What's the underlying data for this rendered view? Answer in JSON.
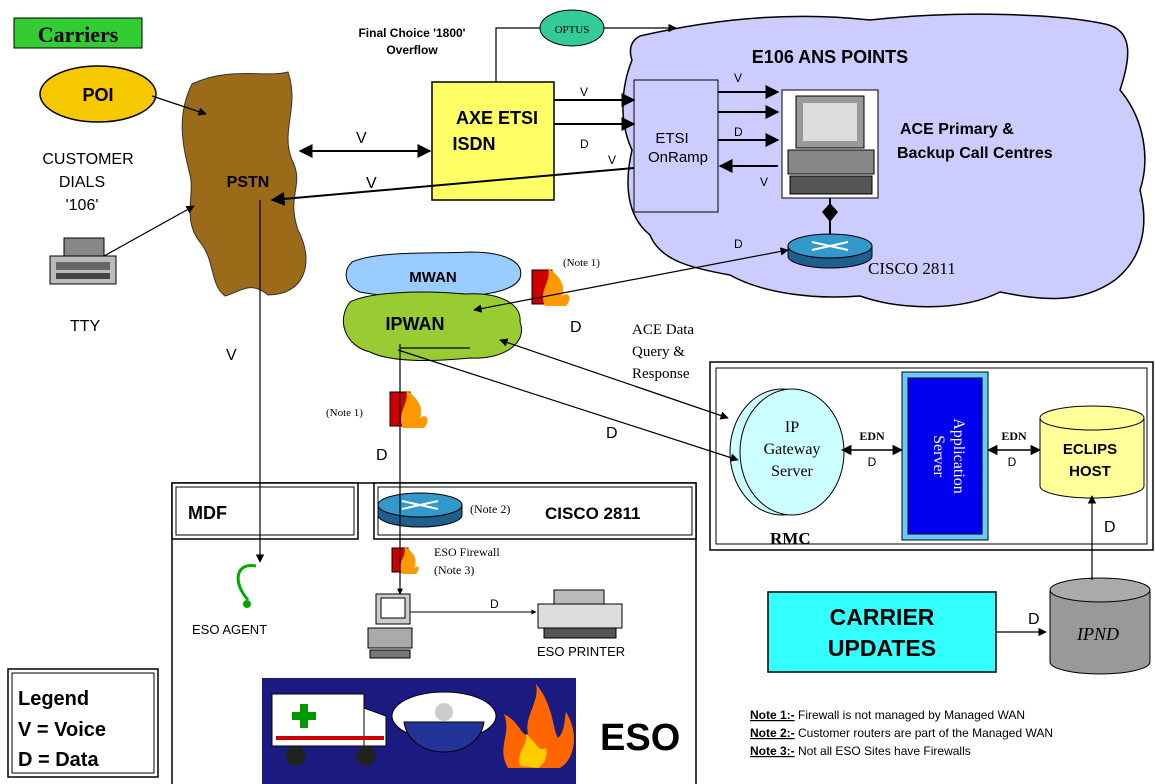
{
  "carriers": {
    "title": "Carriers",
    "poi": "POI"
  },
  "customer": {
    "line1": "CUSTOMER",
    "line2": "DIALS",
    "line3": "'106'",
    "tty": "TTY"
  },
  "pstn": {
    "label": "PSTN"
  },
  "final_choice": {
    "line1": "Final Choice '1800'",
    "line2": "Overflow"
  },
  "optus": {
    "label": "OPTUS"
  },
  "axe": {
    "line1": "AXE ETSI",
    "line2": "ISDN"
  },
  "e106": {
    "title": "E106 ANS POINTS"
  },
  "etsi": {
    "line1": "ETSI",
    "line2": "OnRamp"
  },
  "ace": {
    "line1": "ACE Primary &",
    "line2": "Backup Call Centres"
  },
  "cisco_top": {
    "label": "CISCO 2811"
  },
  "mwan": {
    "label": "MWAN"
  },
  "ipwan": {
    "label": "IPWAN"
  },
  "notes_inline": {
    "note1_a": "(Note 1)",
    "note1_b": "(Note 1)",
    "note2": "(Note 2)",
    "eso_fw_1": "ESO Firewall",
    "eso_fw_2": "(Note 3)"
  },
  "ace_data": {
    "line1": "ACE Data",
    "line2": "Query &",
    "line3": "Response"
  },
  "rmc": {
    "label": "RMC",
    "gateway_1": "IP",
    "gateway_2": "Gateway",
    "gateway_3": "Server",
    "app_server_1": "Application",
    "app_server_2": "Server",
    "eclips_1": "ECLIPS",
    "eclips_2": "HOST",
    "edn": "EDN"
  },
  "eso_panel": {
    "mdf": "MDF",
    "cisco": "CISCO 2811",
    "agent": "ESO AGENT",
    "printer": "ESO PRINTER",
    "eso": "ESO"
  },
  "carrier_updates": {
    "line1": "CARRIER",
    "line2": "UPDATES"
  },
  "ipnd": {
    "label": "IPND"
  },
  "legend": {
    "title": "Legend",
    "voice": "V = Voice",
    "data": "D = Data"
  },
  "link_labels": {
    "v": "V",
    "d": "D"
  },
  "notes": [
    {
      "key": "Note 1:-",
      "text": " Firewall is not managed by Managed WAN"
    },
    {
      "key": "Note 2:-",
      "text": " Customer routers are part of the Managed WAN"
    },
    {
      "key": "Note 3:-",
      "text": " Not all ESO Sites have Firewalls"
    }
  ],
  "colors": {
    "carriers_bg": "#33cc33",
    "poi": "#f5c800",
    "pstn": "#9c6b1a",
    "axe": "#ffff66",
    "optus": "#33cc99",
    "cloud": "#ccccff",
    "mwan": "#99ccff",
    "ipwan": "#99cc33",
    "app_server": "#0000ee",
    "eclips": "#ffff99",
    "carrier_updates": "#33ffff",
    "gateway": "#ccffff",
    "router": "#3399cc"
  }
}
